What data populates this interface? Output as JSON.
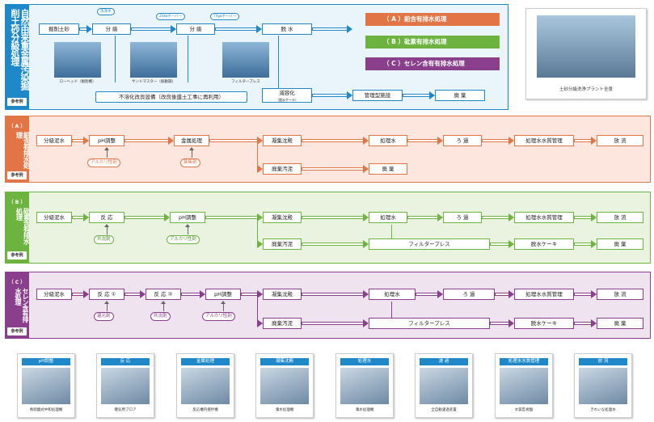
{
  "top": {
    "side": "自然由来重金属汚染掘削土砂分級処理",
    "ref": "参考例",
    "pit": "掘削土砂",
    "classify1": "分 級",
    "classify2": "分 級",
    "dewater": "脱 水",
    "reduce": "減容化",
    "reduce_sub": "（脱水ケーキ）",
    "managed": "管理型施設",
    "disposal": "廃 棄",
    "reuse": "不溶化改良設備（改良後盛土工事に再利用）",
    "wash": "洗浄水",
    "over20": "20㎜オーバー",
    "over74": "74㎛オーバー",
    "tags": [
      "（ A ）鉛含有排水処理",
      "（ B ）砒素有排水処理",
      "（ C ）セレン含有有排水処理"
    ],
    "photos": [
      "ローヘッド（掘削機）",
      "サンドマスター（振動篩）",
      "フィルタープレス"
    ],
    "plant_caption": "土砂分級洗浄プラント全景"
  },
  "a": {
    "side_head": "（ A ）",
    "side": "鉛含有排水処理",
    "ref": "参考例",
    "boxes": [
      "分級泥水",
      "pH調整",
      "金属処理",
      "凝集沈殿",
      "処理水",
      "ろ 過",
      "処理水水質管理",
      "放 流",
      "廃棄汚泥",
      "廃 棄"
    ],
    "chems": [
      "アルカリ性剤",
      "薬集剤"
    ]
  },
  "b": {
    "side_head": "（ B ）",
    "side": "砒素含有排水処理",
    "ref": "参考例",
    "boxes": [
      "分級泥水",
      "反 応",
      "pH調整",
      "凝集沈殿",
      "処理水",
      "ろ 過",
      "処理水水質管理",
      "放 流",
      "廃棄汚泥",
      "フィルタープレス",
      "脱水ケーキ",
      "廃 棄"
    ],
    "chems": [
      "共沈剤",
      "アルカリ性剤"
    ]
  },
  "c": {
    "side_head": "（ C ）",
    "side": "セレン含有排水処理",
    "ref": "参考例",
    "boxes": [
      "分級泥水",
      "反 応 ①",
      "反 応 ②",
      "pH調整",
      "凝集沈殿",
      "処理水",
      "ろ 過",
      "処理水水質管理",
      "放 流",
      "廃棄汚泥",
      "フィルタープレス",
      "脱水ケーキ",
      "廃 棄"
    ],
    "chems": [
      "還元剤",
      "共沈剤",
      "アルカリ性剤"
    ]
  },
  "cards": [
    {
      "head": "pH調整",
      "cap": "希硫酸式中和処理機"
    },
    {
      "head": "反 応",
      "cap": "曝気用ブロア"
    },
    {
      "head": "金属処理",
      "cap": "反応槽内撹拌機"
    },
    {
      "head": "凝集沈殿",
      "cap": "濁水処理機"
    },
    {
      "head": "処理水",
      "cap": "濁水処理機"
    },
    {
      "head": "濾 過",
      "cap": "全自動濾過装置"
    },
    {
      "head": "処理水水質管理",
      "cap": "水質監視盤"
    },
    {
      "head": "放 流",
      "cap": "きれいな処理水"
    }
  ],
  "colors": {
    "blue": "#1e88c8",
    "orange": "#e27545",
    "green": "#6db33f",
    "purple": "#8a3f8c"
  }
}
